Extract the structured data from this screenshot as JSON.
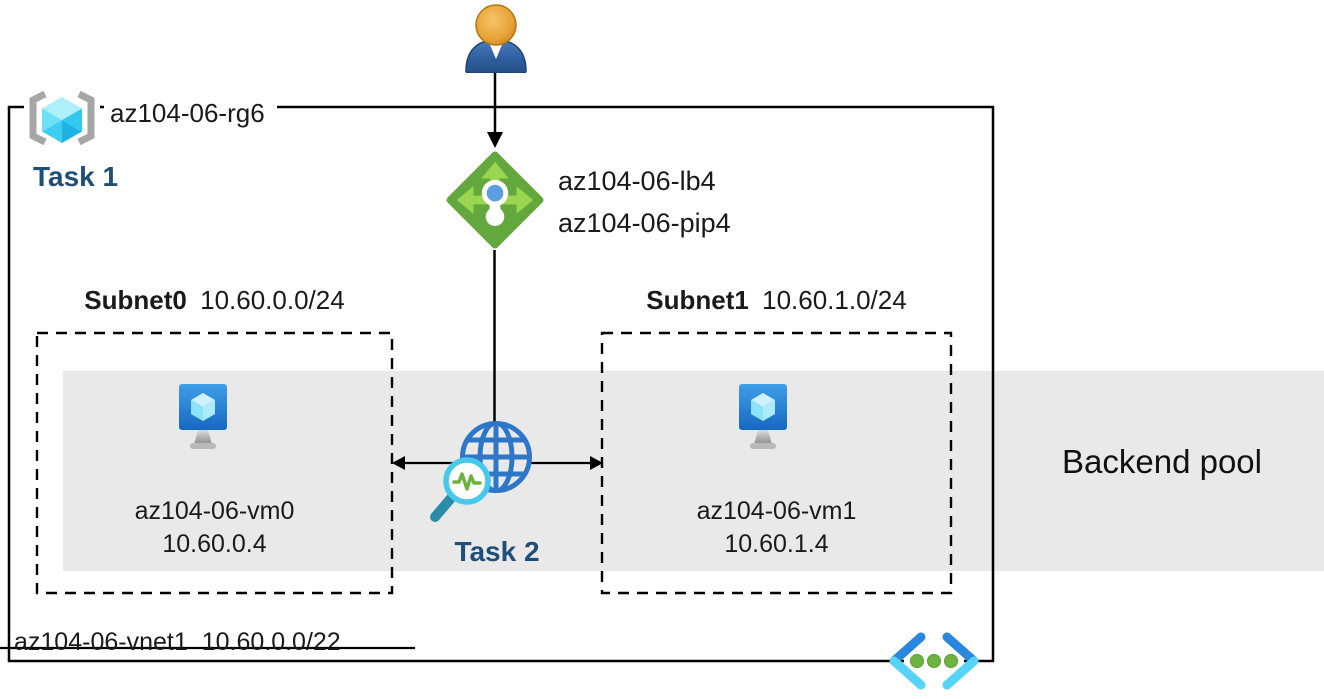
{
  "diagram": {
    "resource_group": {
      "name": "az104-06-rg6",
      "task": "Task 1"
    },
    "load_balancer": {
      "name": "az104-06-lb4",
      "public_ip": "az104-06-pip4"
    },
    "test": {
      "task": "Task 2"
    },
    "subnets": [
      {
        "name": "Subnet0",
        "cidr": "10.60.0.0/24",
        "vm_name": "az104-06-vm0",
        "vm_ip": "10.60.0.4"
      },
      {
        "name": "Subnet1",
        "cidr": "10.60.1.0/24",
        "vm_name": "az104-06-vm1",
        "vm_ip": "10.60.1.4"
      }
    ],
    "backend_pool_label": "Backend pool",
    "vnet": {
      "name": "az104-06-vnet1",
      "cidr": "10.60.0.0/22"
    },
    "icons": {
      "user": "user-icon",
      "resource_group": "resource-group-cube-icon",
      "load_balancer": "load-balancer-icon",
      "health_probe": "globe-health-probe-icon",
      "virtual_machine": "virtual-machine-icon",
      "virtual_network": "virtual-network-icon"
    },
    "colors": {
      "task_label": "#1f4e79",
      "backend_band": "#e9e9e9",
      "lb_green": "#62a83c",
      "lb_arrow_green": "#9ad64f",
      "globe_blue": "#2e77c8",
      "vm_blue": "#1b76cf",
      "cube_cyan": "#4fd4f6",
      "vnet_dark_blue": "#2b87dd",
      "vnet_light_cyan": "#55d4f7",
      "dot_green": "#6cb33f",
      "line_black": "#000000"
    }
  }
}
